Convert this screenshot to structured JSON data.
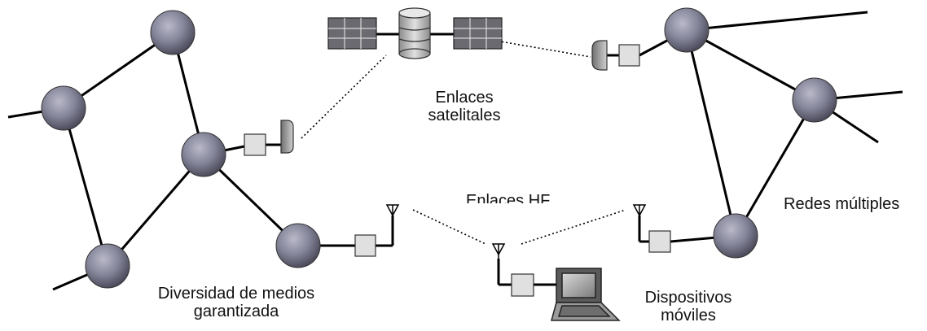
{
  "labels": {
    "satellite_line1": "Enlaces",
    "satellite_line2": "satelitales",
    "hf": "Enlaces  HF",
    "multi": "Redes múltiples",
    "diversity_line1": "Diversidad de medios",
    "diversity_line2": "garantizada",
    "mobile_line1": "Dispositivos",
    "mobile_line2": "móviles"
  },
  "colors": {
    "node_fill": "#7c7c8e",
    "line": "#000000",
    "box_fill": "#e0e0e0",
    "panel_fill": "#6a6a70"
  },
  "icons": [
    "satellite-icon",
    "dish-antenna-icon",
    "hf-antenna-icon",
    "laptop-icon",
    "network-node-icon",
    "modem-box-icon"
  ]
}
